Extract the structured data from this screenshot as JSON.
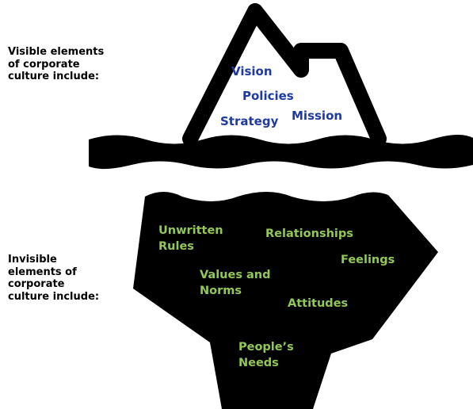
{
  "visible_heading": [
    "Visible elements",
    "of corporate",
    "culture include:"
  ],
  "invisible_heading": [
    "Invisible",
    "elements of",
    "corporate",
    "culture include:"
  ],
  "visible_elements": [
    "Vision",
    "Policies",
    "Mission",
    "Strategy"
  ],
  "invisible_elements": [
    [
      "Unwritten",
      "Rules"
    ],
    [
      "Relationships"
    ],
    [
      "Feelings"
    ],
    [
      "Values and",
      "Norms"
    ],
    [
      "Attitudes"
    ],
    [
      "People’s",
      "Needs"
    ]
  ],
  "colors": {
    "visible_text": "#1f3a9e",
    "invisible_text": "#92c856",
    "iceberg": "#000000",
    "background": "#ffffff"
  }
}
